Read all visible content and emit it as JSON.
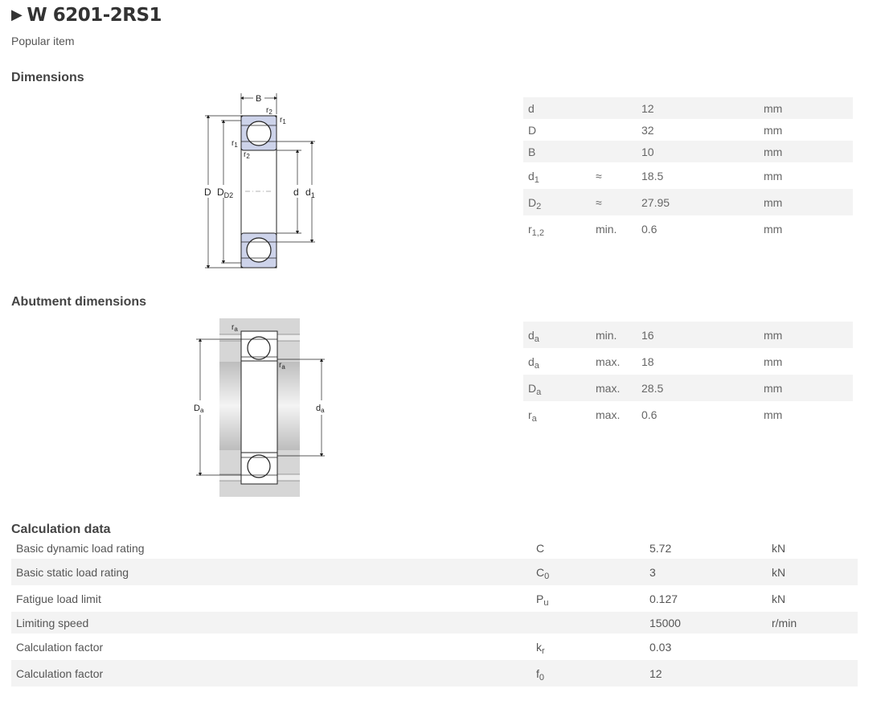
{
  "header": {
    "title": "W 6201-2RS1",
    "subtitle": "Popular item"
  },
  "sections": {
    "dimensions": "Dimensions",
    "abutment": "Abutment dimensions",
    "calculation": "Calculation data"
  },
  "colors": {
    "seal_fill": "#cdd3ea",
    "housing_fill": "#d6d6d6",
    "row_alt": "#f3f3f3"
  },
  "dimension_diagram_labels": {
    "B": "B",
    "r2_top": "r2",
    "r1_top": "r1",
    "r1_left": "r1",
    "r2_low": "r2",
    "D": "D",
    "D2": "D2",
    "d": "d",
    "d1": "d1"
  },
  "abutment_diagram_labels": {
    "ra_top": "ra",
    "ra_mid": "ra",
    "Da": "Da",
    "da": "da"
  },
  "dimensions": [
    {
      "sym": "d",
      "sub": "",
      "qual": "",
      "value": "12",
      "unit": "mm"
    },
    {
      "sym": "D",
      "sub": "",
      "qual": "",
      "value": "32",
      "unit": "mm"
    },
    {
      "sym": "B",
      "sub": "",
      "qual": "",
      "value": "10",
      "unit": "mm"
    },
    {
      "sym": "d",
      "sub": "1",
      "qual": "≈",
      "value": "18.5",
      "unit": "mm"
    },
    {
      "sym": "D",
      "sub": "2",
      "qual": "≈",
      "value": "27.95",
      "unit": "mm"
    },
    {
      "sym": "r",
      "sub": "1,2",
      "qual": "min.",
      "value": "0.6",
      "unit": "mm"
    }
  ],
  "abutment": [
    {
      "sym": "d",
      "sub": "a",
      "qual": "min.",
      "value": "16",
      "unit": "mm"
    },
    {
      "sym": "d",
      "sub": "a",
      "qual": "max.",
      "value": "18",
      "unit": "mm"
    },
    {
      "sym": "D",
      "sub": "a",
      "qual": "max.",
      "value": "28.5",
      "unit": "mm"
    },
    {
      "sym": "r",
      "sub": "a",
      "qual": "max.",
      "value": "0.6",
      "unit": "mm"
    }
  ],
  "calculation": [
    {
      "label": "Basic dynamic load rating",
      "sym": "C",
      "sub": "",
      "value": "5.72",
      "unit": "kN"
    },
    {
      "label": "Basic static load rating",
      "sym": "C",
      "sub": "0",
      "value": "3",
      "unit": "kN"
    },
    {
      "label": "Fatigue load limit",
      "sym": "P",
      "sub": "u",
      "value": "0.127",
      "unit": "kN"
    },
    {
      "label": "Limiting speed",
      "sym": "",
      "sub": "",
      "value": "15000",
      "unit": "r/min"
    },
    {
      "label": "Calculation factor",
      "sym": "k",
      "sub": "r",
      "value": "0.03",
      "unit": ""
    },
    {
      "label": "Calculation factor",
      "sym": "f",
      "sub": "0",
      "value": "12",
      "unit": ""
    }
  ]
}
